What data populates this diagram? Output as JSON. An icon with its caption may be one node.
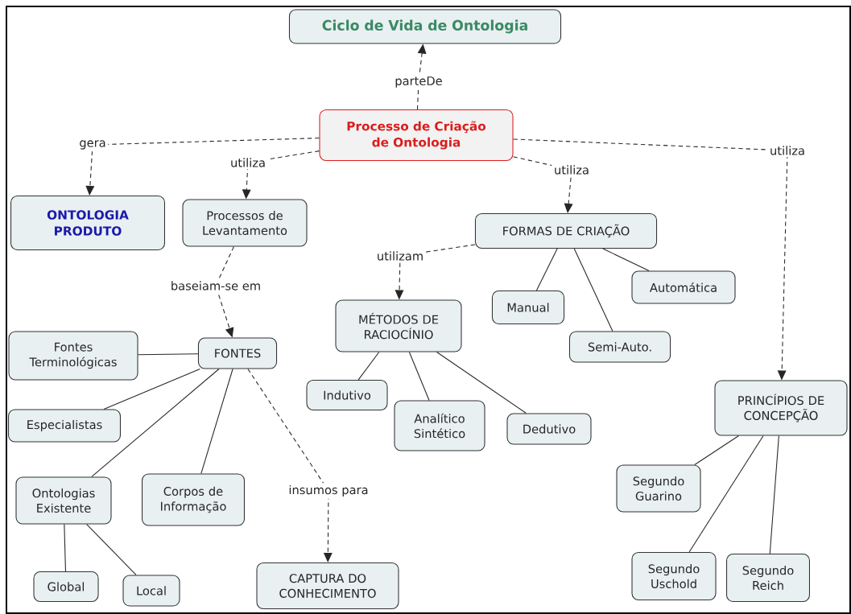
{
  "diagram": {
    "nodes": [
      {
        "text": [
          "Ciclo de Vida de Ontologia"
        ]
      },
      {
        "text": [
          "Processo de Criação de Ontologia"
        ]
      },
      {
        "text": [
          "ONTOLOGIA PRODUTO"
        ]
      },
      {
        "text": [
          "Processos de Levantamento"
        ]
      },
      {
        "text": [
          "FORMAS DE CRIAÇÃO"
        ]
      },
      {
        "text": [
          "MÉTODOS DE RACIOCÍNIO"
        ]
      },
      {
        "text": [
          "Manual"
        ]
      },
      {
        "text": [
          "Automática"
        ]
      },
      {
        "text": [
          "Semi-Auto."
        ]
      },
      {
        "text": [
          "Fontes Terminológicas"
        ]
      },
      {
        "text": [
          "FONTES"
        ]
      },
      {
        "text": [
          "Indutivo"
        ]
      },
      {
        "text": [
          "Analítico Sintético"
        ]
      },
      {
        "text": [
          "Dedutivo"
        ]
      },
      {
        "text": [
          "PRINCÍPIOS DE CONCEPÇÃO"
        ]
      },
      {
        "text": [
          "Especialistas"
        ]
      },
      {
        "text": [
          "Ontologias Existente"
        ]
      },
      {
        "text": [
          "Corpos de Informação"
        ]
      },
      {
        "text": [
          "Segundo Guarino"
        ]
      },
      {
        "text": [
          "Global"
        ]
      },
      {
        "text": [
          "Local"
        ]
      },
      {
        "text": [
          "CAPTURA DO CONHECIMENTO"
        ]
      },
      {
        "text": [
          "Segundo Uschold"
        ]
      },
      {
        "text": [
          "Segundo Reich"
        ]
      }
    ],
    "edges": [
      {
        "from": 1,
        "to": 0,
        "arrow": "to",
        "label": "parteDe",
        "style": "dashed"
      },
      {
        "from": 1,
        "to": 2,
        "arrow": "to",
        "label": "gera",
        "style": "dashed"
      },
      {
        "from": 1,
        "to": 3,
        "arrow": "to",
        "label": "utiliza",
        "style": "dashed"
      },
      {
        "from": 1,
        "to": 4,
        "arrow": "to",
        "label": "utiliza",
        "style": "dashed"
      },
      {
        "from": 1,
        "to": 14,
        "arrow": "to",
        "label": "utiliza",
        "style": "dashed"
      },
      {
        "from": 3,
        "to": 10,
        "arrow": "to",
        "label": "baseiam-se em",
        "style": "dashed"
      },
      {
        "from": 4,
        "to": 5,
        "arrow": "to",
        "label": "utilizam",
        "style": "dashed"
      },
      {
        "from": 10,
        "to": 21,
        "arrow": "to",
        "label": "insumos para",
        "style": "dashed"
      },
      {
        "from": 4,
        "to": 6,
        "arrow": "none"
      },
      {
        "from": 4,
        "to": 8,
        "arrow": "none"
      },
      {
        "from": 4,
        "to": 7,
        "arrow": "none"
      },
      {
        "from": 5,
        "to": 11,
        "arrow": "none"
      },
      {
        "from": 5,
        "to": 12,
        "arrow": "none"
      },
      {
        "from": 5,
        "to": 13,
        "arrow": "none"
      },
      {
        "from": 9,
        "to": 10,
        "arrow": "none"
      },
      {
        "from": 10,
        "to": 15,
        "arrow": "none"
      },
      {
        "from": 10,
        "to": 16,
        "arrow": "none"
      },
      {
        "from": 10,
        "to": 17,
        "arrow": "none"
      },
      {
        "from": 16,
        "to": 19,
        "arrow": "none"
      },
      {
        "from": 16,
        "to": 20,
        "arrow": "none"
      },
      {
        "from": 14,
        "to": 18,
        "arrow": "none"
      },
      {
        "from": 14,
        "to": 22,
        "arrow": "none"
      },
      {
        "from": 14,
        "to": 23,
        "arrow": "none"
      }
    ]
  }
}
